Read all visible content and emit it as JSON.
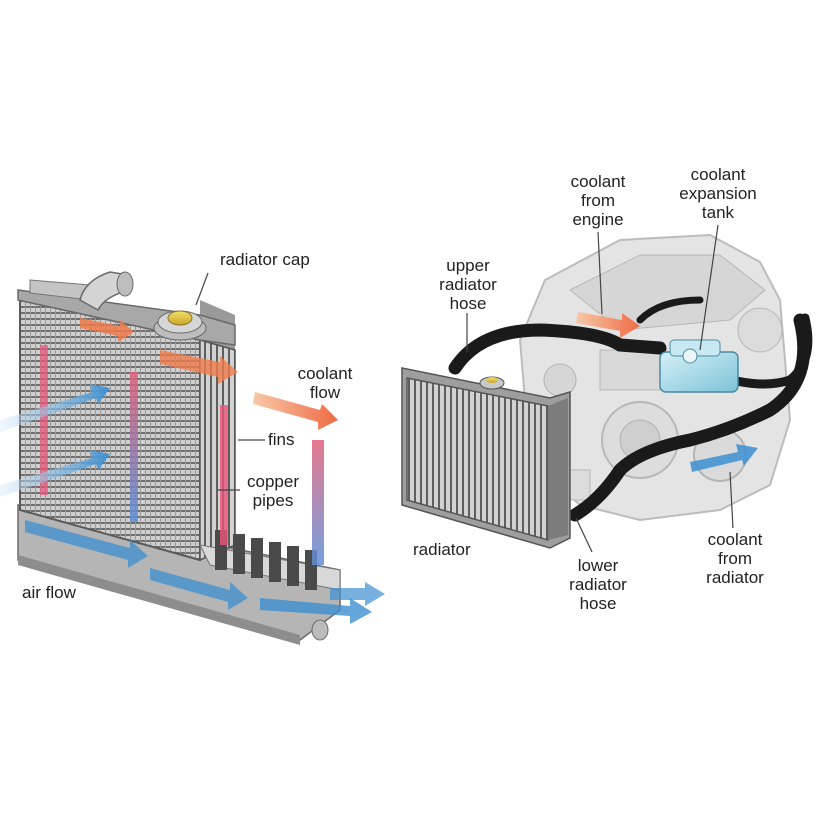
{
  "labels": {
    "radiator_cap": "radiator cap",
    "coolant_flow": [
      "coolant",
      "flow"
    ],
    "fins": "fins",
    "copper_pipes": [
      "copper",
      "pipes"
    ],
    "air_flow": "air flow",
    "upper_radiator_hose": [
      "upper",
      "radiator",
      "hose"
    ],
    "coolant_from_engine": [
      "coolant",
      "from",
      "engine"
    ],
    "coolant_expansion_tank": [
      "coolant",
      "expansion",
      "tank"
    ],
    "radiator": "radiator",
    "lower_radiator_hose": [
      "lower",
      "radiator",
      "hose"
    ],
    "coolant_from_radiator": [
      "coolant",
      "from",
      "radiator"
    ]
  },
  "colors": {
    "hot_arrow": "#f07a4a",
    "cold_arrow": "#3d8fd1",
    "hot_pipe": "#d9405a",
    "hose": "#1a1a1a",
    "tank": "#a8dbe8",
    "radiator_frame": "#8a8a8a",
    "engine": "#cfcfcf"
  }
}
